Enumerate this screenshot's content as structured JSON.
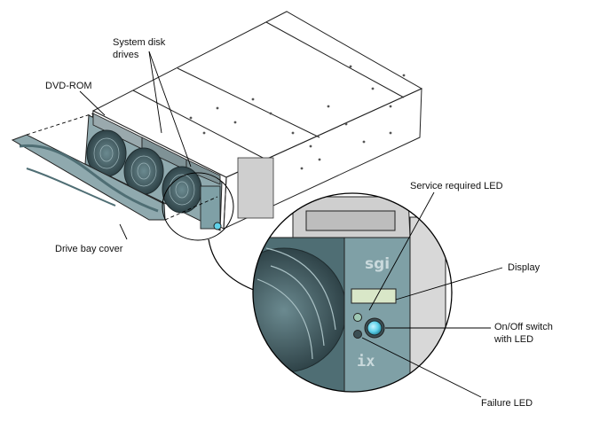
{
  "labels": {
    "system_disk_line1": "System disk",
    "system_disk_line2": "drives",
    "dvd_rom": "DVD-ROM",
    "drive_bay_cover": "Drive bay cover",
    "service_led": "Service required LED",
    "display": "Display",
    "onoff_line1": "On/Off switch",
    "onoff_line2": "with LED",
    "failure_led": "Failure LED"
  },
  "logos": {
    "brand": "sgi",
    "model": "ix"
  },
  "colors": {
    "chassis_top": "#ececec",
    "chassis_side": "#d4d4d4",
    "chassis_front": "#c6c6c6",
    "bezel_teal": "#7fa0a6",
    "bezel_dark": "#4f6e74",
    "fan_dark": "#2f4348",
    "led_green": "#9fc9b4",
    "button_cyan": "#5fd2ea"
  },
  "icons": [
    "fan-icon",
    "power-button-icon",
    "led-icon"
  ]
}
